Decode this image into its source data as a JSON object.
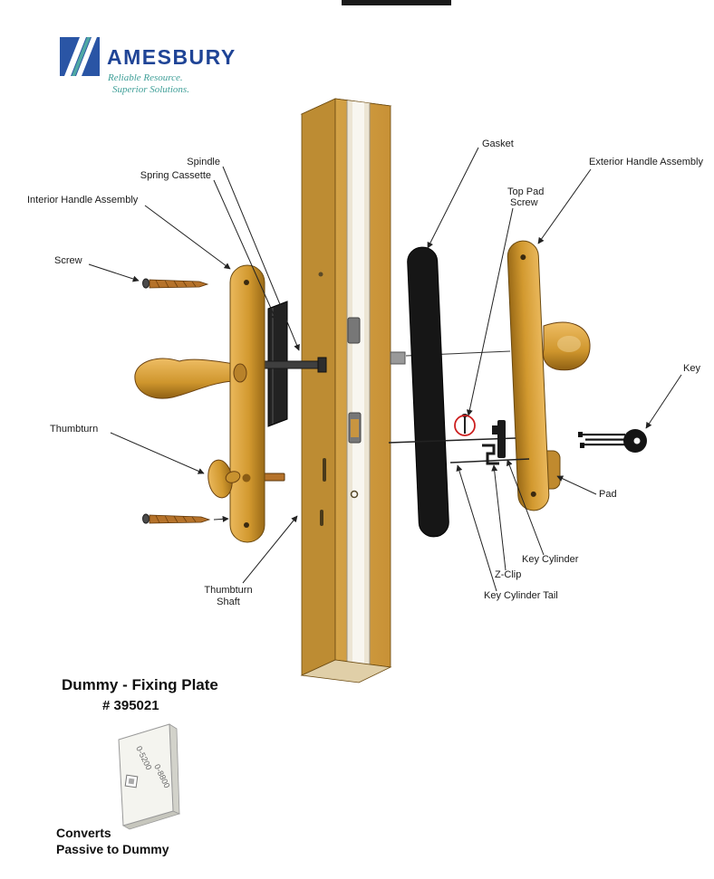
{
  "logo": {
    "brand": "AMESBURY",
    "tagline_line1": "Reliable Resource.",
    "tagline_line2": "Superior Solutions.",
    "colors": {
      "brand_blue": "#1f4496",
      "teal": "#3f9f98"
    }
  },
  "diagram": {
    "labels": {
      "spindle": "Spindle",
      "spring_cassette": "Spring Cassette",
      "interior_handle_assembly": "Interior Handle Assembly",
      "screw": "Screw",
      "thumbturn": "Thumbturn",
      "thumbturn_shaft_line1": "Thumbturn",
      "thumbturn_shaft_line2": "Shaft",
      "gasket": "Gasket",
      "top_pad_screw_line1": "Top Pad",
      "top_pad_screw_line2": "Screw",
      "exterior_handle_assembly": "Exterior Handle Assembly",
      "key": "Key",
      "pad": "Pad",
      "key_cylinder": "Key Cylinder",
      "z_clip": "Z-Clip",
      "key_cylinder_tail": "Key Cylinder Tail"
    },
    "colors": {
      "hardware_tan": "#d2992f",
      "jamb_tan": "#d9a94e",
      "black_parts": "#161616",
      "highlight_red": "#cc2020"
    }
  },
  "footer": {
    "title": "Dummy - Fixing Plate",
    "part_number": "# 395021",
    "plate_marking_top": "0-5200",
    "plate_marking_bottom": "0-8800",
    "note_line1": "Converts",
    "note_line2": "Passive to Dummy"
  }
}
